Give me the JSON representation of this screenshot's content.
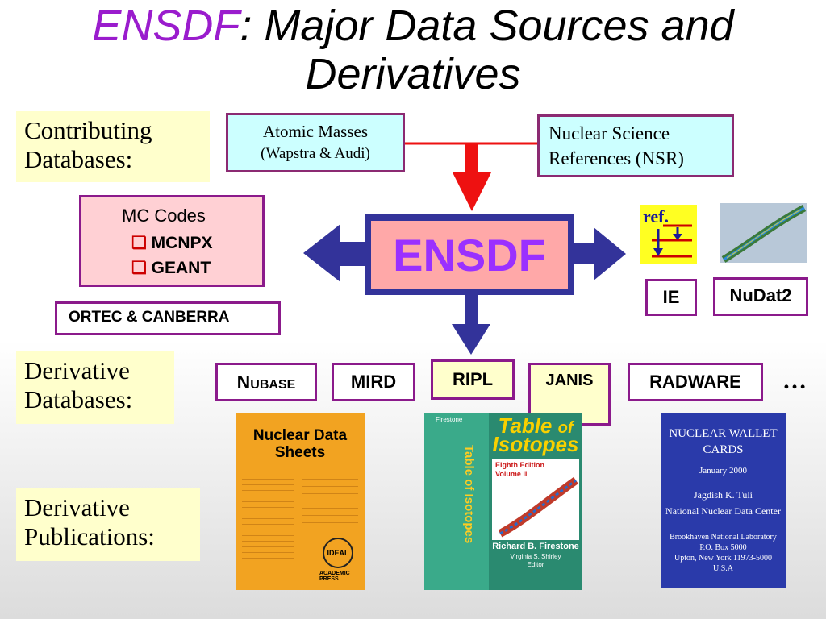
{
  "title": {
    "accent": "ENSDF",
    "rest": ": Major Data Sources and Derivatives"
  },
  "labels": {
    "contributing": [
      "Contributing",
      "Databases:"
    ],
    "derivative_db": [
      "Derivative",
      "Databases:"
    ],
    "derivative_pub": [
      "Derivative",
      "Publications:"
    ]
  },
  "sources": {
    "atomic_masses": [
      "Atomic Masses",
      "(Wapstra & Audi)"
    ],
    "nsr": [
      "Nuclear Science",
      "References (NSR)"
    ]
  },
  "center": {
    "label": "ENSDF"
  },
  "mc_codes": {
    "title": "MC Codes",
    "items": [
      "MCNPX",
      "GEANT"
    ],
    "bullet": "❑"
  },
  "ortec": "ORTEC & CANBERRA",
  "right_products": {
    "ie": "IE",
    "nudat2": "NuDat2",
    "ref_icon_text": "ref."
  },
  "derivative_databases": {
    "nubase": {
      "big": "N",
      "small": "UBASE"
    },
    "mird": "MIRD",
    "ripl": "RIPL",
    "janis": "JANIS",
    "radware": "RADWARE",
    "ellipsis": "…"
  },
  "publications": {
    "nds": {
      "title": [
        "Nuclear Data",
        "Sheets"
      ],
      "logo": "IDEAL",
      "publisher": "ACADEMIC PRESS"
    },
    "toi": {
      "top": "Firestone",
      "title": [
        "Table",
        "of",
        "Isotopes"
      ],
      "edition": [
        "Eighth Edition",
        "Volume II"
      ],
      "spine": "Table of Isotopes",
      "author": "Richard B. Firestone",
      "editor": "Virginia S. Shirley",
      "editor_role": "Editor"
    },
    "nwc": {
      "title": [
        "NUCLEAR WALLET",
        "CARDS"
      ],
      "date": "January 2000",
      "author": [
        "Jagdish K. Tuli",
        "National Nuclear Data Center"
      ],
      "address": [
        "Brookhaven National Laboratory",
        "P.O. Box 5000",
        "Upton, New York 11973-5000",
        "U.S.A"
      ]
    }
  },
  "colors": {
    "accent": "#9a1ccd",
    "arrow_red": "#ee1111",
    "arrow_blue": "#33339a",
    "ensdf_fill": "#ffa8a8",
    "ensdf_text": "#9a30ff"
  }
}
